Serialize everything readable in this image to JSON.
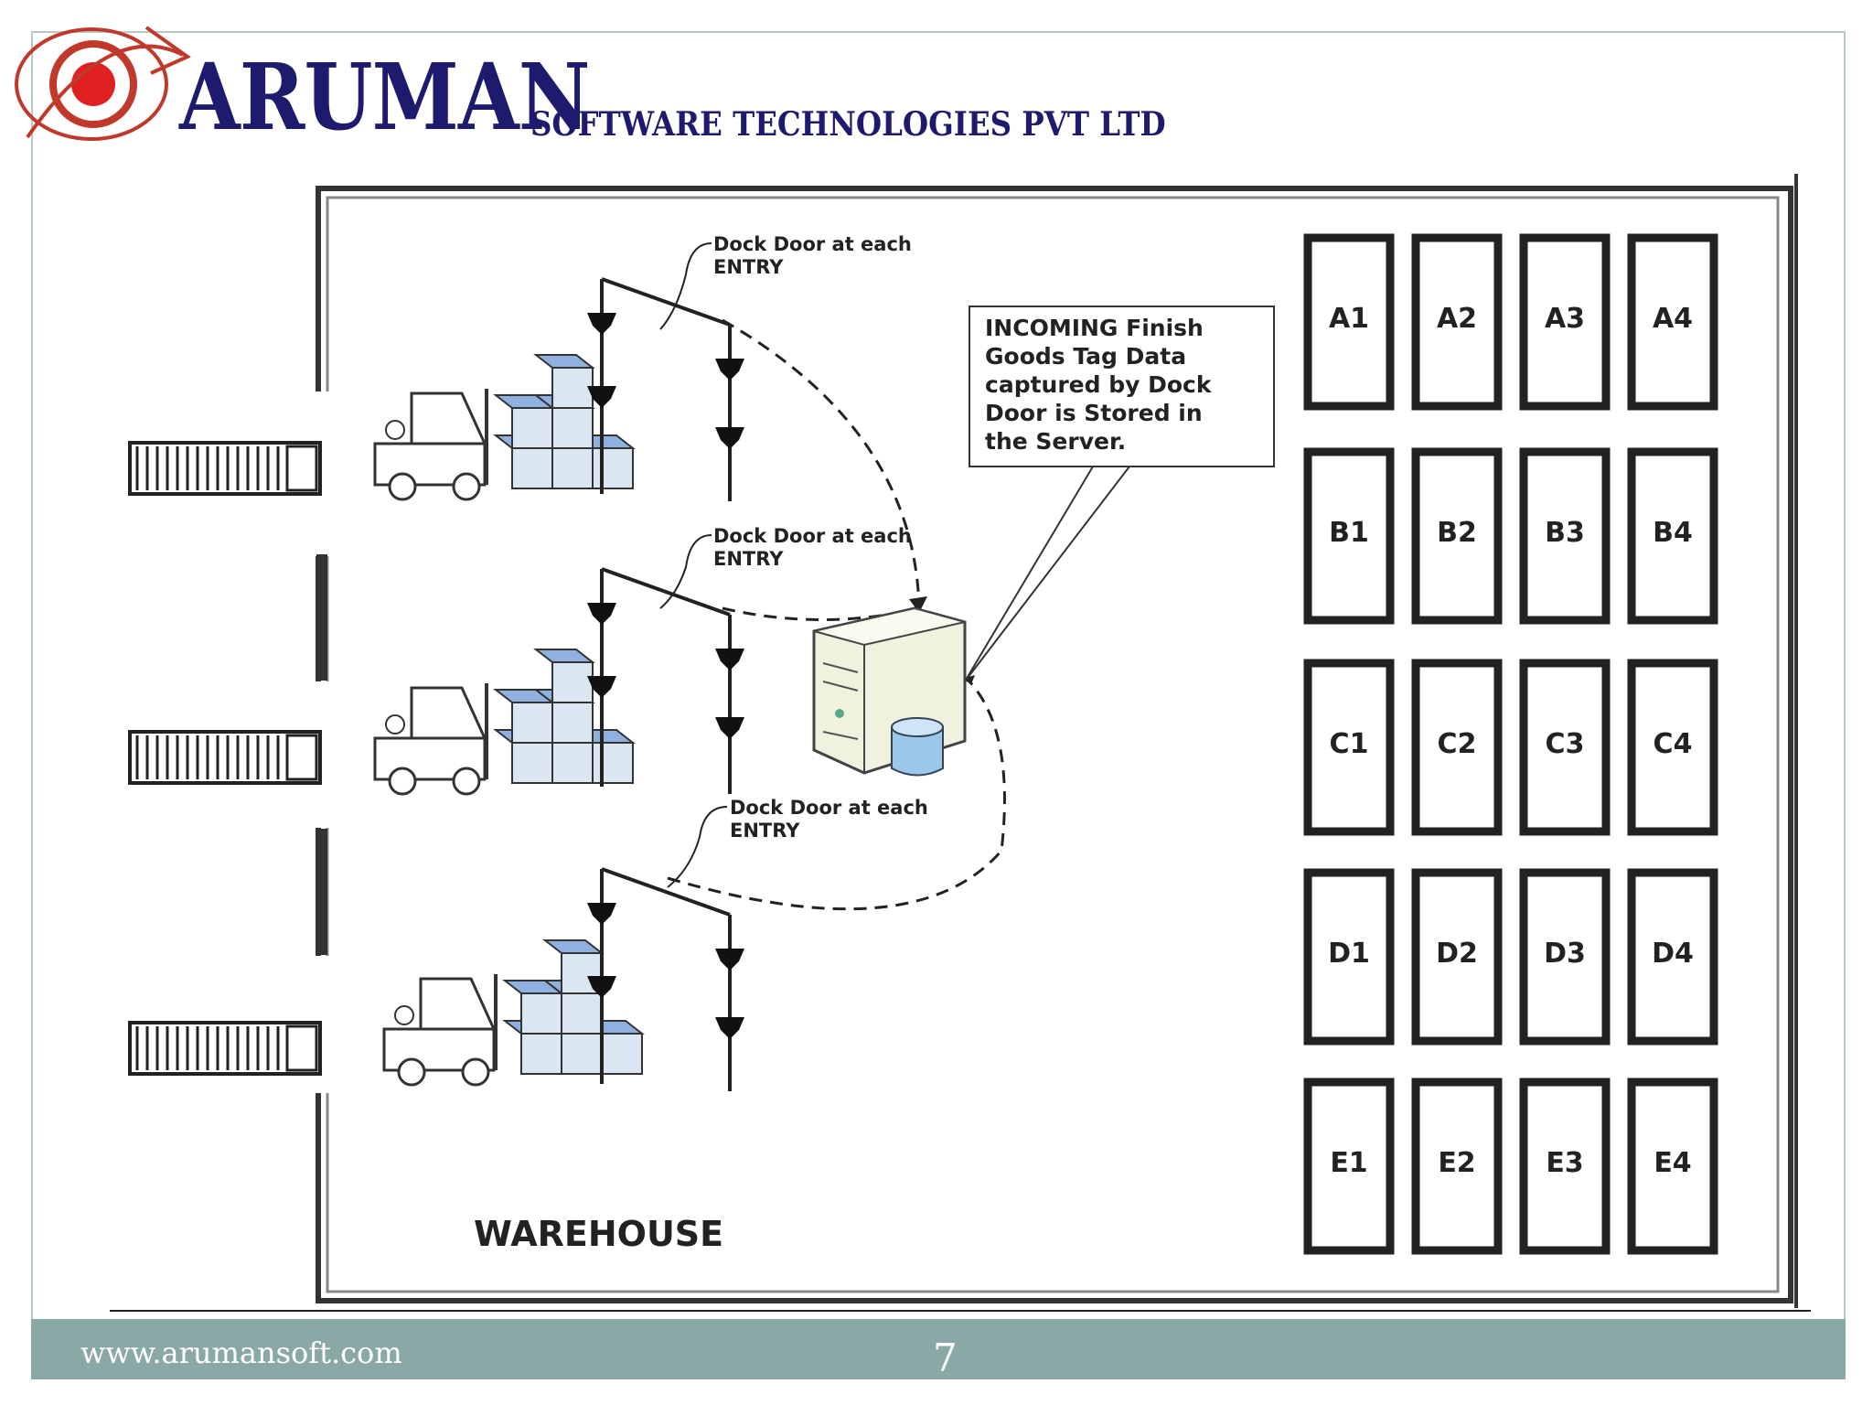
{
  "header": {
    "brand_name": "ARUMAN",
    "brand_subtitle": "SOFTWARE TECHNOLOGIES PVT LTD"
  },
  "diagram": {
    "dock_labels": [
      {
        "line1": "Dock Door at each",
        "line2": "ENTRY"
      },
      {
        "line1": "Dock Door at each",
        "line2": "ENTRY"
      },
      {
        "line1": "Dock Door at each",
        "line2": "ENTRY"
      }
    ],
    "callout_lines": [
      "INCOMING Finish",
      "Goods Tag Data",
      "captured by Dock",
      "Door is Stored in",
      "the Server."
    ],
    "warehouse_label": "WAREHOUSE",
    "storage_bins": [
      "A1",
      "A2",
      "A3",
      "A4",
      "B1",
      "B2",
      "B3",
      "B4",
      "C1",
      "C2",
      "C3",
      "C4",
      "D1",
      "D2",
      "D3",
      "D4",
      "E1",
      "E2",
      "E3",
      "E4"
    ],
    "colors": {
      "outline": "#222222",
      "box_fill": "#dbe6f3",
      "box_top": "#8fb1e0",
      "server": "#f1f1df",
      "db": "#9cc6ea"
    }
  },
  "footer": {
    "url": "www.arumansoft.com",
    "page_number": "7"
  }
}
